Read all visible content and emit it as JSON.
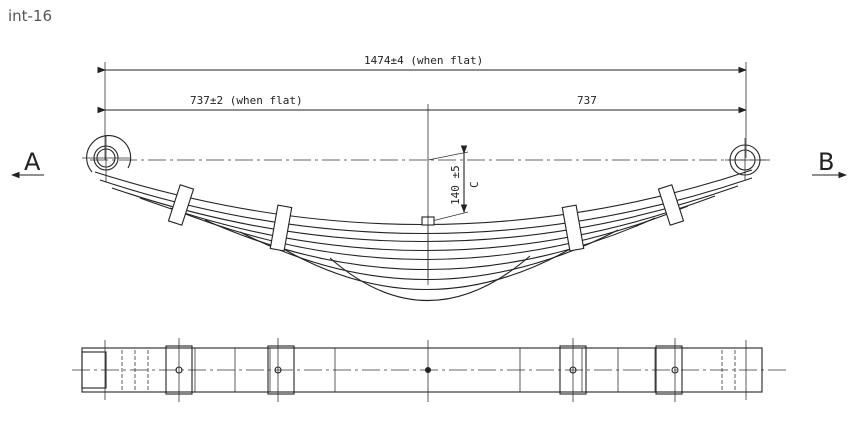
{
  "title": "int-16",
  "drawing": {
    "overall_length": "1474±4 (when flat)",
    "half_length_left": "737±2 (when flat)",
    "half_length_right": "737",
    "camber": "140 ±5",
    "camber_label": "C",
    "section_left": "A",
    "section_right": "B"
  }
}
